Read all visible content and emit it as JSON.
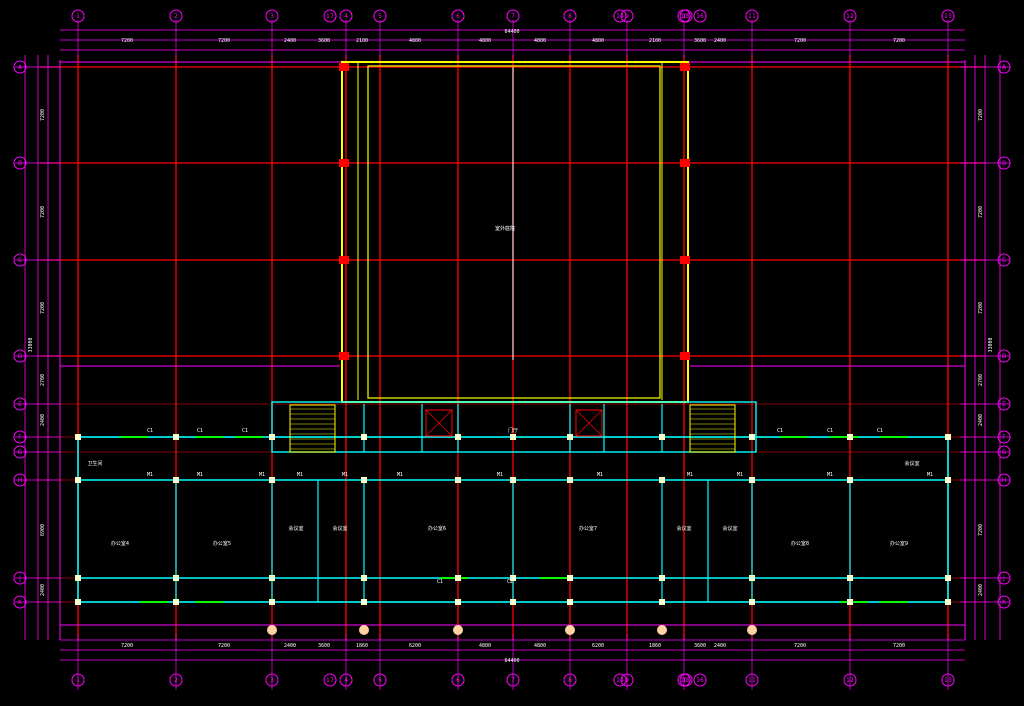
{
  "colors": {
    "background": "#000000",
    "grid_axis": "#ff0000",
    "dimension": "#ff00ff",
    "wall": "#00ffff",
    "atrium": "#ffff00",
    "opening": "#00ff00",
    "text": "#ffffff",
    "column": "#ffffcc"
  },
  "icons": {
    "grid_bubble": "circle-icon",
    "stair": "stair-hatch-icon",
    "elevator": "elevator-cross-icon"
  },
  "drawing": {
    "top_grid_labels": [
      "1",
      "2",
      "3",
      "4",
      "5",
      "6",
      "7",
      "8",
      "9",
      "10",
      "11",
      "12",
      "13",
      "14",
      "15",
      "16",
      "17"
    ],
    "left_grid_labels": [
      "A",
      "B",
      "C",
      "D",
      "E",
      "F",
      "G",
      "H",
      "J",
      "K"
    ],
    "top_overall_dimension": "64400",
    "bottom_overall_dimension": "64400",
    "top_bay_dimensions": [
      "7200",
      "7200",
      "2400",
      "3600",
      "2100",
      "4800",
      "4800",
      "4800",
      "4800",
      "2100",
      "3600",
      "2400",
      "7200",
      "7200"
    ],
    "bottom_bay_dimensions": [
      "7200",
      "7200",
      "2400",
      "3600",
      "1860",
      "6200",
      "4800",
      "4800",
      "6200",
      "1860",
      "3600",
      "2400",
      "7200",
      "7200"
    ],
    "left_side_dimensions": [
      "7200",
      "7200",
      "7200",
      "2700",
      "2400",
      "6900",
      "2400"
    ],
    "right_side_dimensions": [
      "7200",
      "7200",
      "7200",
      "2700",
      "2400",
      "7200",
      "2400"
    ],
    "left_total_dimension": "33000",
    "right_total_dimension": "33000",
    "atrium_label": "室外庭院",
    "rooms": [
      {
        "label": "办公室4"
      },
      {
        "label": "办公室5"
      },
      {
        "label": "会议室"
      },
      {
        "label": "会议室"
      },
      {
        "label": "办公室6"
      },
      {
        "label": "办公室7"
      },
      {
        "label": "会议室"
      },
      {
        "label": "会议室"
      },
      {
        "label": "办公室8"
      },
      {
        "label": "办公室9"
      },
      {
        "label": "卫生间"
      },
      {
        "label": "会议室"
      },
      {
        "label": "门厅"
      }
    ],
    "door_tags": [
      "M1",
      "M1",
      "M1",
      "M1",
      "M1",
      "M1",
      "M1",
      "M1",
      "M1",
      "M1",
      "M1",
      "M1"
    ],
    "window_tags": [
      "C1",
      "C1",
      "C1",
      "C1",
      "C2",
      "C1",
      "C1",
      "C1"
    ]
  }
}
